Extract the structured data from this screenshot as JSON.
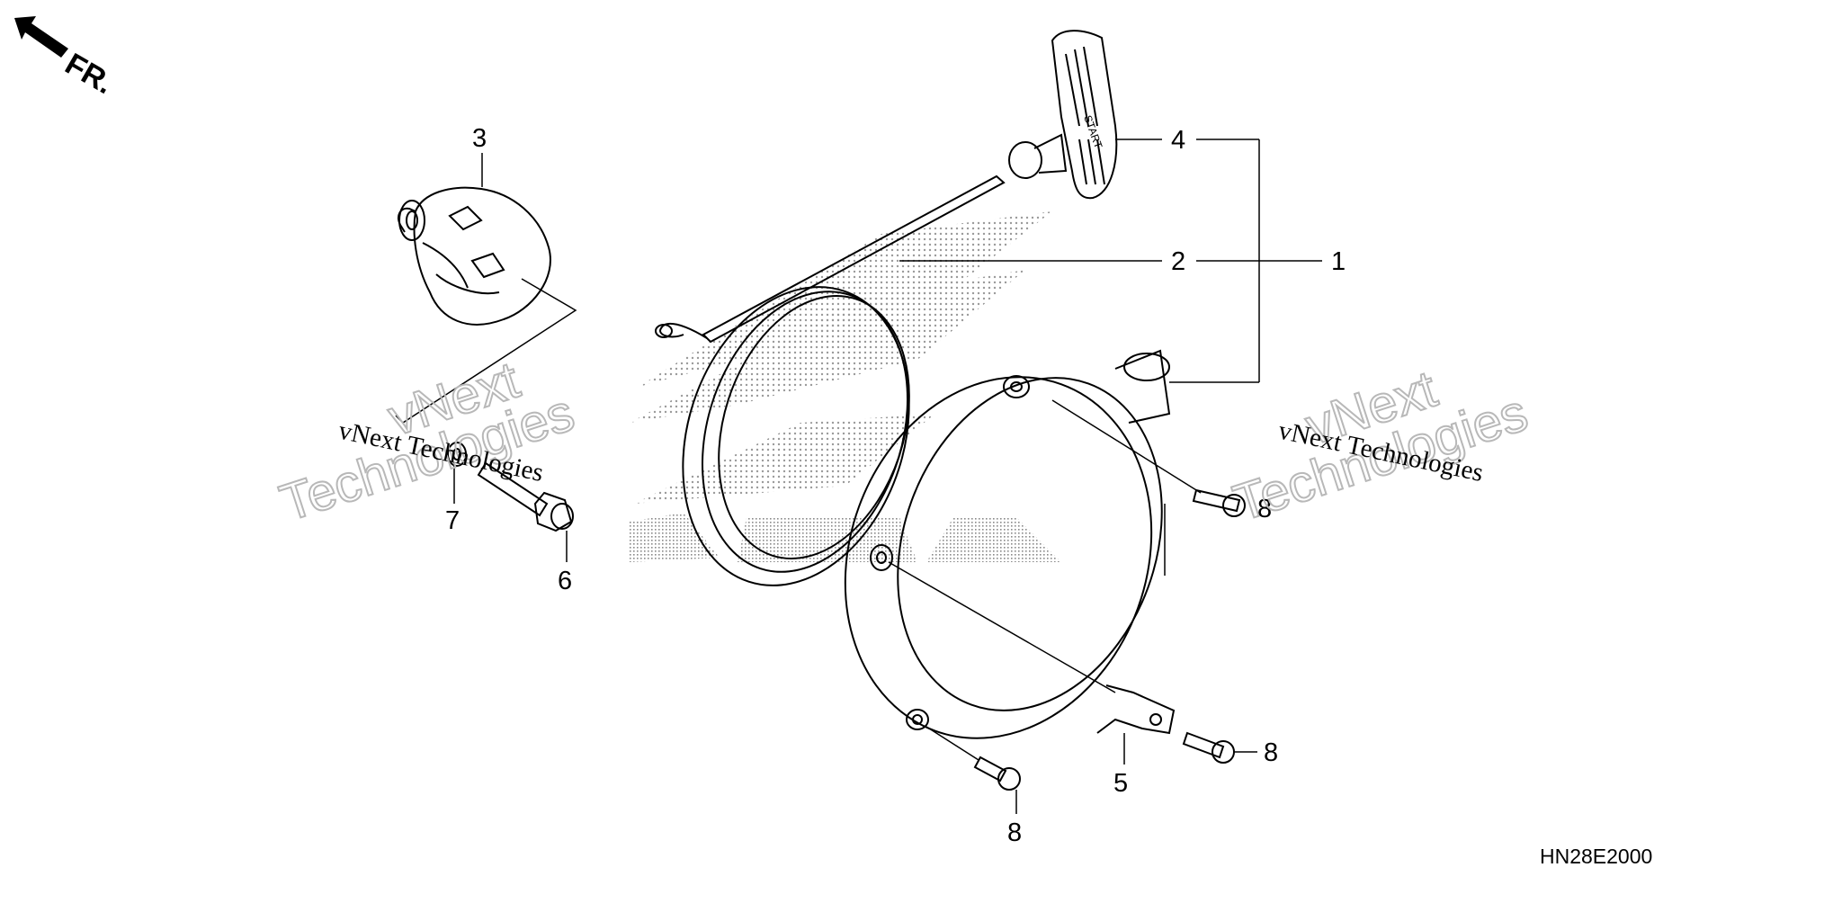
{
  "orientation": {
    "arrow_label": "FR."
  },
  "callouts": {
    "c1": "1",
    "c2": "2",
    "c3": "3",
    "c4": "4",
    "c5": "5",
    "c6": "6",
    "c7": "7",
    "c8a": "8",
    "c8b": "8",
    "c8c": "8"
  },
  "grip_text": "START",
  "diagram_code": "HN28E2000",
  "watermark": {
    "small_text": "vNext Technologies",
    "big_line1": "vNext",
    "big_line2": "Technologies"
  },
  "colors": {
    "line": "#000000",
    "watermark_outline": "#b8b8b8",
    "logo_dots": "#9a9a9a"
  },
  "icons": {
    "direction": "front-arrow-icon"
  }
}
